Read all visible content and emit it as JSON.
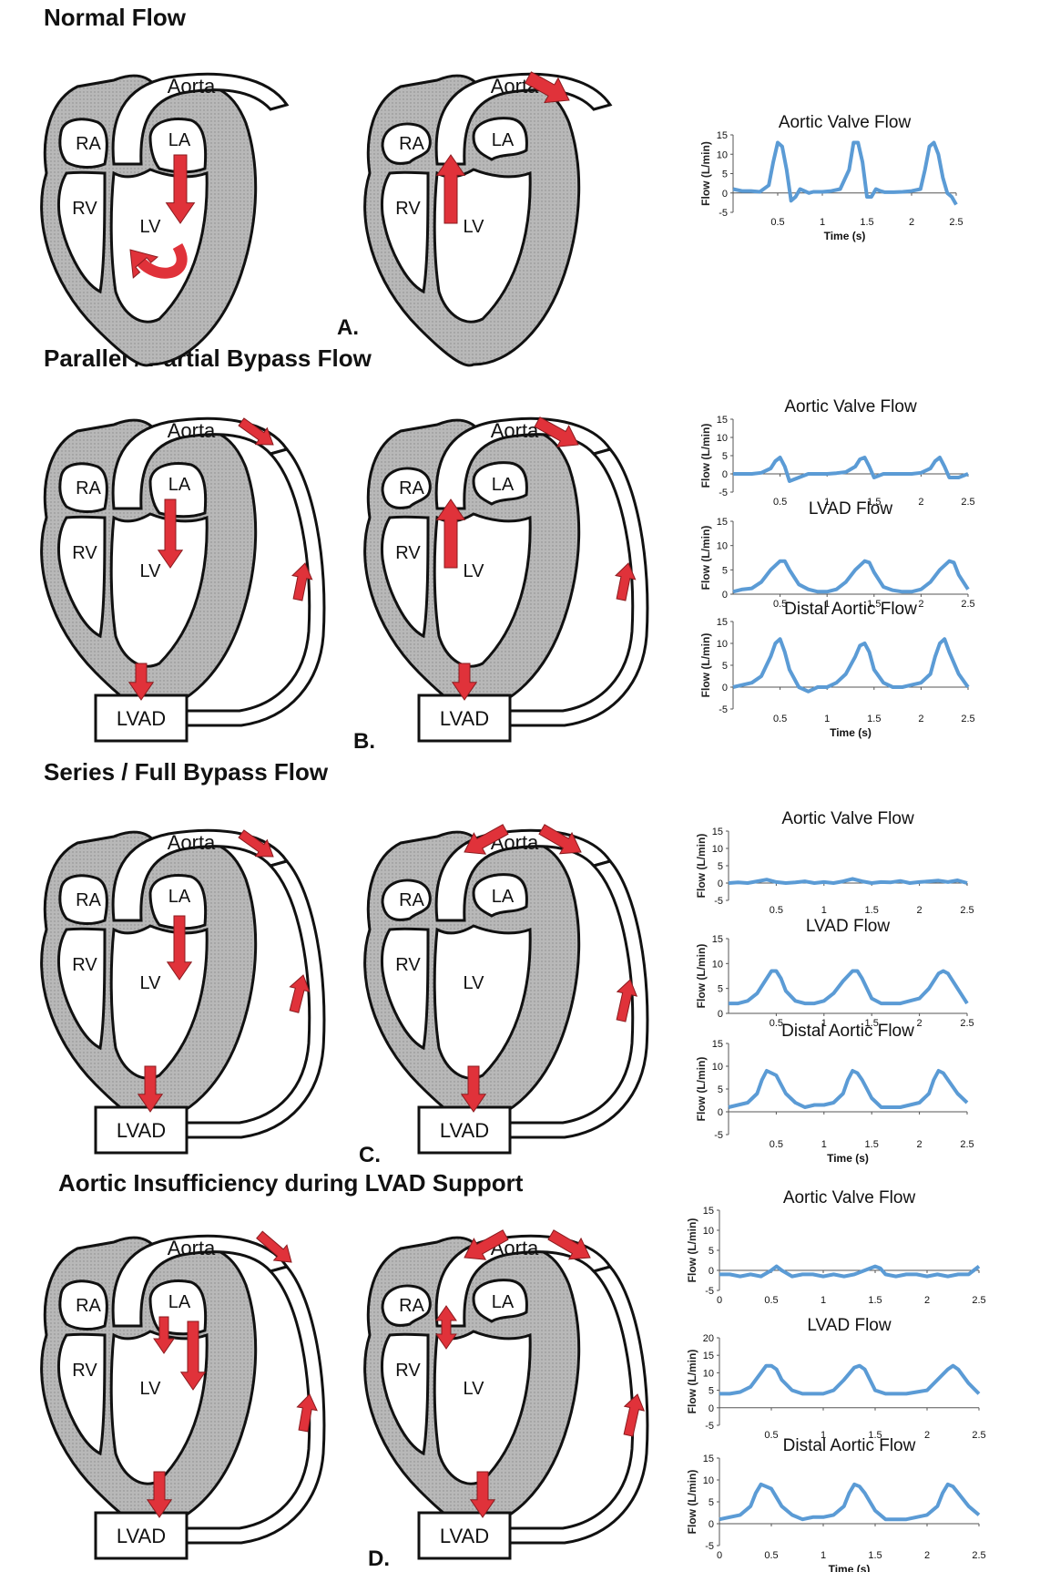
{
  "sections": [
    {
      "title": "Normal Flow",
      "letter": "A."
    },
    {
      "title": "Parallel / Partial Bypass Flow",
      "letter": "B."
    },
    {
      "title": "Series / Full Bypass  Flow",
      "letter": "C."
    },
    {
      "title": "Aortic Insufficiency during LVAD Support",
      "letter": "D."
    }
  ],
  "heart_labels": {
    "aorta": "Aorta",
    "ra": "RA",
    "la": "LA",
    "rv": "RV",
    "lv": "LV",
    "lvad": "LVAD"
  },
  "colors": {
    "myocardium_fill": "#b8b8b8",
    "outline": "#111111",
    "arrow": "#e0323a",
    "arrow_outline": "#8a1a1e",
    "trace": "#5b9bd5"
  },
  "chart_data": [
    {
      "type": "line",
      "title": "Aortic Valve Flow",
      "ylabel": "Flow (L/min)",
      "xlabel": "Time (s)",
      "yticks": [
        15,
        10,
        5,
        0,
        -5
      ],
      "xticks": [
        "0.5",
        "1",
        "1.5",
        "2",
        "2.5"
      ],
      "xlim": [
        0,
        2.5
      ],
      "ylim": [
        -5,
        15
      ],
      "x": [
        0,
        0.1,
        0.2,
        0.3,
        0.4,
        0.45,
        0.5,
        0.55,
        0.6,
        0.65,
        0.7,
        0.75,
        0.8,
        0.85,
        0.9,
        1.0,
        1.1,
        1.2,
        1.3,
        1.35,
        1.4,
        1.45,
        1.5,
        1.55,
        1.6,
        1.65,
        1.7,
        1.8,
        1.9,
        2.0,
        2.1,
        2.15,
        2.2,
        2.25,
        2.3,
        2.35,
        2.4,
        2.45,
        2.5
      ],
      "y": [
        1,
        0.5,
        0.5,
        0.3,
        2,
        8,
        13,
        12,
        6,
        -2,
        -1,
        1,
        0.5,
        0,
        0.3,
        0.3,
        0.5,
        1,
        6,
        13,
        13,
        8,
        -1,
        -1,
        1,
        0.5,
        0.2,
        0.2,
        0.3,
        0.5,
        1,
        6,
        12,
        13,
        10,
        4,
        0,
        -1,
        -3
      ]
    },
    {
      "type": "line",
      "title": "Aortic Valve Flow",
      "ylabel": "Flow (L/min)",
      "xlabel": "",
      "yticks": [
        15,
        10,
        5,
        0,
        -5
      ],
      "xticks": [
        "0.5",
        "1",
        "1.5",
        "2",
        "2.5"
      ],
      "xlim": [
        0,
        2.5
      ],
      "ylim": [
        -5,
        15
      ],
      "x": [
        0,
        0.1,
        0.2,
        0.3,
        0.4,
        0.45,
        0.5,
        0.55,
        0.6,
        0.7,
        0.8,
        0.9,
        1.0,
        1.1,
        1.2,
        1.3,
        1.35,
        1.4,
        1.45,
        1.5,
        1.6,
        1.7,
        1.8,
        1.9,
        2.0,
        2.1,
        2.15,
        2.2,
        2.25,
        2.3,
        2.4,
        2.5
      ],
      "y": [
        0,
        0,
        0,
        0.3,
        1.5,
        3.5,
        4.5,
        2,
        -2,
        -1,
        0,
        0,
        0,
        0.2,
        0.5,
        2,
        4,
        4.5,
        2,
        -1,
        0,
        0,
        0,
        0,
        0.3,
        1.5,
        3.5,
        4.5,
        2,
        -1,
        -1,
        0
      ]
    },
    {
      "type": "line",
      "title": "LVAD Flow",
      "ylabel": "Flow (L/min)",
      "xlabel": "",
      "yticks": [
        15,
        10,
        5,
        0
      ],
      "xticks": [
        "0.5",
        "1",
        "1.5",
        "2",
        "2.5"
      ],
      "xlim": [
        0,
        2.5
      ],
      "ylim": [
        0,
        15
      ],
      "x": [
        0,
        0.1,
        0.2,
        0.3,
        0.4,
        0.5,
        0.55,
        0.6,
        0.7,
        0.8,
        0.9,
        1.0,
        1.1,
        1.2,
        1.3,
        1.4,
        1.45,
        1.5,
        1.6,
        1.7,
        1.8,
        1.9,
        2.0,
        2.1,
        2.2,
        2.3,
        2.35,
        2.4,
        2.5
      ],
      "y": [
        0.5,
        1,
        1.2,
        2.5,
        5,
        6.8,
        6.8,
        5,
        2,
        1,
        0.5,
        0.5,
        1,
        2.5,
        5,
        6.8,
        6.5,
        4.5,
        1.5,
        0.8,
        0.5,
        0.5,
        1,
        2.5,
        5,
        6.8,
        6.5,
        4,
        1
      ]
    },
    {
      "type": "line",
      "title": "Distal Aortic Flow",
      "ylabel": "Flow (L/min)",
      "xlabel": "Time (s)",
      "yticks": [
        15,
        10,
        5,
        0,
        -5
      ],
      "xticks": [
        "0.5",
        "1",
        "1.5",
        "2",
        "2.5"
      ],
      "xlim": [
        0,
        2.5
      ],
      "ylim": [
        -5,
        15
      ],
      "x": [
        0,
        0.1,
        0.2,
        0.3,
        0.4,
        0.45,
        0.5,
        0.55,
        0.6,
        0.7,
        0.8,
        0.9,
        1.0,
        1.1,
        1.2,
        1.3,
        1.35,
        1.4,
        1.45,
        1.5,
        1.6,
        1.7,
        1.8,
        1.9,
        2.0,
        2.1,
        2.15,
        2.2,
        2.25,
        2.3,
        2.4,
        2.5
      ],
      "y": [
        0,
        0.5,
        1,
        2.5,
        7,
        10,
        11,
        8,
        4,
        0,
        -1,
        0,
        0,
        1,
        3,
        7,
        9.5,
        10,
        8,
        4,
        1,
        0,
        0,
        0.5,
        1,
        3,
        7,
        10,
        11,
        8,
        3,
        0
      ]
    },
    {
      "type": "line",
      "title": "Aortic Valve Flow",
      "ylabel": "Flow (L/min)",
      "xlabel": "",
      "yticks": [
        15,
        10,
        5,
        0,
        -5
      ],
      "xticks": [
        "0.5",
        "1",
        "1.5",
        "2",
        "2.5"
      ],
      "xlim": [
        0,
        2.5
      ],
      "ylim": [
        -5,
        15
      ],
      "x": [
        0,
        0.1,
        0.2,
        0.3,
        0.4,
        0.5,
        0.6,
        0.7,
        0.8,
        0.9,
        1.0,
        1.1,
        1.2,
        1.3,
        1.4,
        1.5,
        1.6,
        1.7,
        1.8,
        1.9,
        2.0,
        2.1,
        2.2,
        2.3,
        2.4,
        2.5
      ],
      "y": [
        0,
        0.2,
        0,
        0.5,
        1,
        0.3,
        0,
        0.2,
        0.5,
        0,
        0.3,
        0,
        0.5,
        1.2,
        0.5,
        0,
        0.3,
        0.2,
        0.6,
        0,
        0.3,
        0.5,
        0.7,
        0.3,
        0.8,
        0
      ]
    },
    {
      "type": "line",
      "title": "LVAD Flow",
      "ylabel": "Flow (L/min)",
      "xlabel": "",
      "yticks": [
        15,
        10,
        5,
        0
      ],
      "xticks": [
        "0.5",
        "1",
        "1.5",
        "2",
        "2.5"
      ],
      "xlim": [
        0,
        2.5
      ],
      "ylim": [
        0,
        15
      ],
      "x": [
        0,
        0.1,
        0.2,
        0.3,
        0.4,
        0.45,
        0.5,
        0.55,
        0.6,
        0.7,
        0.8,
        0.9,
        1.0,
        1.1,
        1.2,
        1.3,
        1.35,
        1.4,
        1.45,
        1.5,
        1.6,
        1.7,
        1.8,
        1.9,
        2.0,
        2.1,
        2.2,
        2.25,
        2.3,
        2.4,
        2.5
      ],
      "y": [
        2,
        2,
        2.5,
        4,
        7,
        8.5,
        8.5,
        7,
        4.5,
        2.5,
        2,
        2,
        2.5,
        4,
        6.5,
        8.5,
        8.5,
        7,
        5,
        3,
        2,
        2,
        2,
        2.5,
        3,
        5,
        8,
        8.5,
        8,
        5,
        2
      ]
    },
    {
      "type": "line",
      "title": "Distal Aortic Flow",
      "ylabel": "Flow (L/min)",
      "xlabel": "Time (s)",
      "yticks": [
        15,
        10,
        5,
        0,
        -5
      ],
      "xticks": [
        "0.5",
        "1",
        "1.5",
        "2",
        "2.5"
      ],
      "xlim": [
        0,
        2.5
      ],
      "ylim": [
        -5,
        15
      ],
      "x": [
        0,
        0.1,
        0.2,
        0.3,
        0.35,
        0.4,
        0.45,
        0.5,
        0.55,
        0.6,
        0.7,
        0.8,
        0.9,
        1.0,
        1.1,
        1.2,
        1.25,
        1.3,
        1.35,
        1.4,
        1.45,
        1.5,
        1.6,
        1.7,
        1.8,
        1.9,
        2.0,
        2.1,
        2.15,
        2.2,
        2.25,
        2.3,
        2.4,
        2.5
      ],
      "y": [
        1,
        1.5,
        2,
        4,
        7,
        9,
        8.5,
        8,
        6,
        4,
        2,
        1,
        1.5,
        1.5,
        2,
        4,
        7,
        9,
        8.5,
        7,
        5,
        3,
        1,
        1,
        1,
        1.5,
        2,
        4,
        7,
        9,
        8.5,
        7,
        4,
        2
      ]
    },
    {
      "type": "line",
      "title": "Aortic Valve Flow",
      "ylabel": "Flow (L/min)",
      "xlabel": "",
      "yticks": [
        15,
        10,
        5,
        0,
        -5
      ],
      "xticks": [
        "0",
        "0.5",
        "1",
        "1.5",
        "2",
        "2.5"
      ],
      "xlim": [
        0,
        2.5
      ],
      "ylim": [
        -5,
        15
      ],
      "x": [
        0,
        0.1,
        0.2,
        0.3,
        0.4,
        0.5,
        0.55,
        0.6,
        0.7,
        0.8,
        0.9,
        1.0,
        1.1,
        1.2,
        1.3,
        1.4,
        1.5,
        1.55,
        1.6,
        1.7,
        1.8,
        1.9,
        2.0,
        2.1,
        2.2,
        2.3,
        2.4,
        2.45,
        2.5
      ],
      "y": [
        -1,
        -1,
        -1.5,
        -1,
        -1.5,
        0,
        1,
        0,
        -1.5,
        -1,
        -1,
        -1.5,
        -1,
        -1.5,
        -1,
        0,
        1,
        0.5,
        -1,
        -1.5,
        -1,
        -1,
        -1.5,
        -1,
        -1.5,
        -1,
        -1,
        0,
        1
      ]
    },
    {
      "type": "line",
      "title": "LVAD Flow",
      "ylabel": "Flow (L/min)",
      "xlabel": "",
      "yticks": [
        20,
        15,
        10,
        5,
        0,
        -5
      ],
      "xticks": [
        "0.5",
        "1",
        "1.5",
        "2",
        "2.5"
      ],
      "xlim": [
        0,
        2.5
      ],
      "ylim": [
        -5,
        20
      ],
      "x": [
        0,
        0.1,
        0.2,
        0.3,
        0.4,
        0.45,
        0.5,
        0.55,
        0.6,
        0.7,
        0.8,
        0.9,
        1.0,
        1.1,
        1.2,
        1.3,
        1.35,
        1.4,
        1.45,
        1.5,
        1.6,
        1.7,
        1.8,
        1.9,
        2.0,
        2.1,
        2.2,
        2.25,
        2.3,
        2.4,
        2.5
      ],
      "y": [
        4,
        4,
        4.5,
        6,
        10,
        12,
        12,
        11,
        8,
        5,
        4,
        4,
        4,
        5,
        8,
        11.5,
        12,
        11,
        8,
        5,
        4,
        4,
        4,
        4.5,
        5,
        8,
        11,
        12,
        11,
        7,
        4
      ]
    },
    {
      "type": "line",
      "title": "Distal Aortic Flow",
      "ylabel": "Flow (L/min)",
      "xlabel": "Time (s)",
      "yticks": [
        15,
        10,
        5,
        0,
        -5
      ],
      "xticks": [
        "0",
        "0.5",
        "1",
        "1.5",
        "2",
        "2.5"
      ],
      "xlim": [
        0,
        2.5
      ],
      "ylim": [
        -5,
        15
      ],
      "x": [
        0,
        0.1,
        0.2,
        0.3,
        0.35,
        0.4,
        0.45,
        0.5,
        0.55,
        0.6,
        0.7,
        0.8,
        0.9,
        1.0,
        1.1,
        1.2,
        1.25,
        1.3,
        1.35,
        1.4,
        1.45,
        1.5,
        1.6,
        1.7,
        1.8,
        1.9,
        2.0,
        2.1,
        2.15,
        2.2,
        2.25,
        2.3,
        2.4,
        2.5
      ],
      "y": [
        1,
        1.5,
        2,
        4,
        7,
        9,
        8.5,
        8,
        6,
        4,
        2,
        1,
        1.5,
        1.5,
        2,
        4,
        7,
        9,
        8.5,
        7,
        5,
        3,
        1,
        1,
        1,
        1.5,
        2,
        4,
        7,
        9,
        8.5,
        7,
        4,
        2
      ]
    }
  ]
}
